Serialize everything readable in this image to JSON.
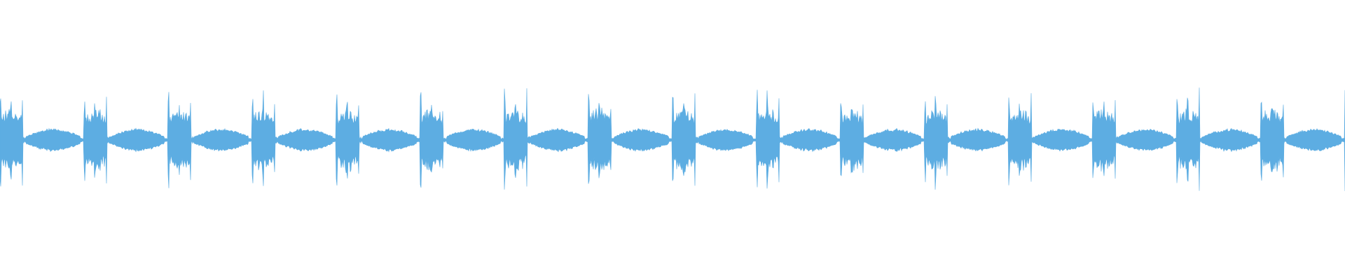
{
  "waveform": {
    "color": "#5dade2",
    "background": "#ffffff",
    "segment_count": 16,
    "burst_fraction": 0.27,
    "peak_level": 0.43,
    "burst_level": 0.24,
    "tail_level": 0.085,
    "gap_level": 0.006
  }
}
